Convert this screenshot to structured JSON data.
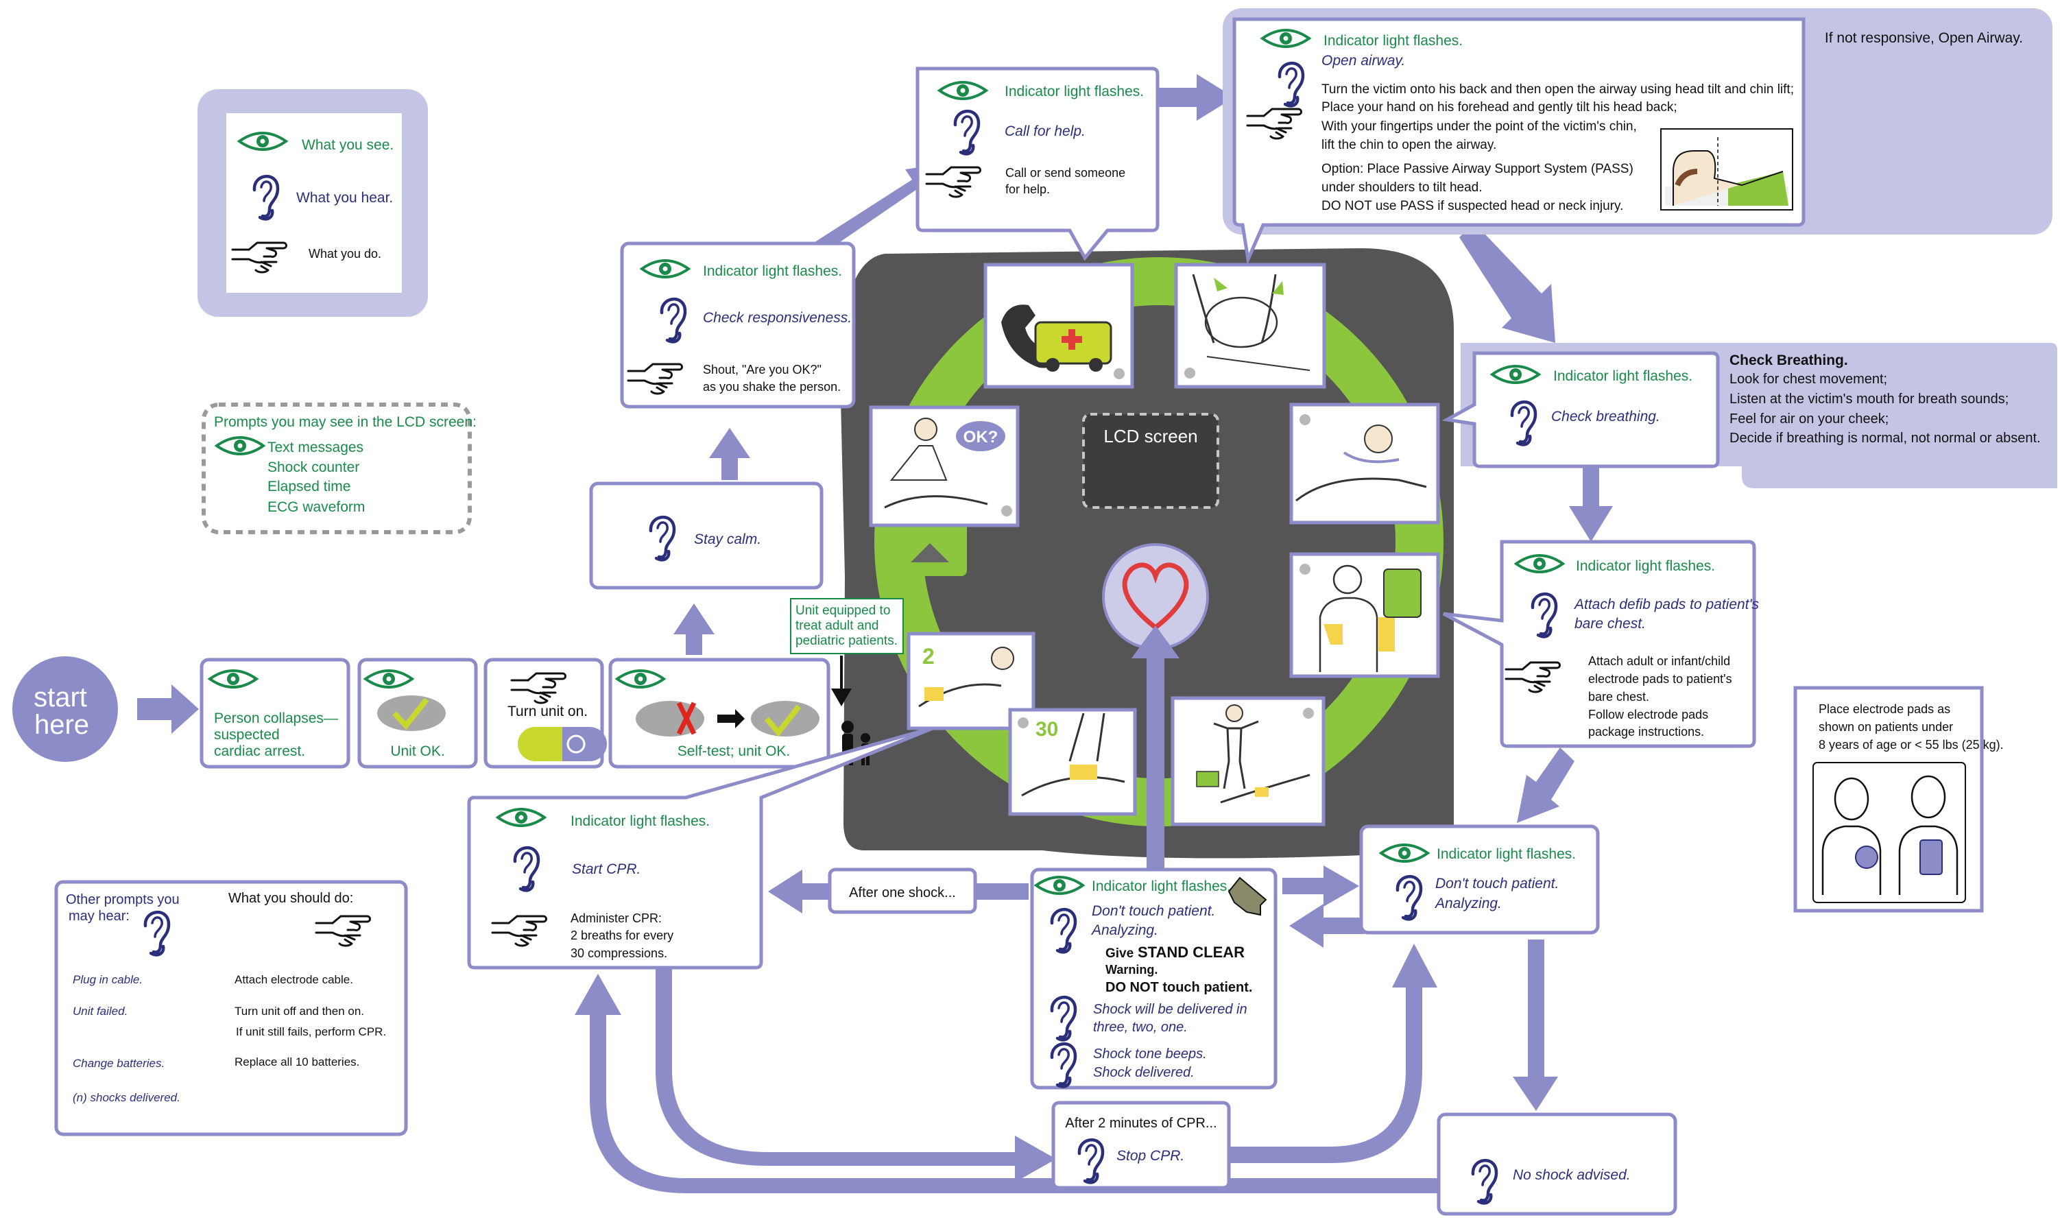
{
  "start": {
    "line1": "start",
    "line2": "here"
  },
  "legend": {
    "see": "What you see.",
    "hear": "What you hear.",
    "do": "What you do."
  },
  "lcd_prompts": {
    "title": "Prompts you may see in the LCD screen:",
    "items": [
      "Text messages",
      "Shock counter",
      "Elapsed time",
      "ECG waveform"
    ]
  },
  "other_prompts": {
    "header_left_1": "Other prompts you",
    "header_left_2": "may hear:",
    "header_right": "What you should do:",
    "rows": [
      {
        "prompt": "Plug in cable.",
        "action": "Attach electrode cable.",
        "action2": ""
      },
      {
        "prompt": "Unit failed.",
        "action": "Turn unit off and then on.",
        "action2": "If unit still fails, perform CPR."
      },
      {
        "prompt": "Change batteries.",
        "action": "Replace all 10 batteries.",
        "action2": ""
      },
      {
        "prompt": "(n) shocks delivered.",
        "action": "",
        "action2": ""
      }
    ]
  },
  "steps": {
    "collapse": {
      "l1": "Person collapses—",
      "l2": "suspected",
      "l3": "cardiac arrest."
    },
    "unit_ok": "Unit OK.",
    "turn_on": "Turn unit on.",
    "self_test": "Self-test; unit OK.",
    "pediatric": {
      "l1": "Unit equipped to",
      "l2": "treat adult and",
      "l3": "pediatric patients."
    },
    "stay_calm": "Stay calm.",
    "responsiveness": {
      "see": "Indicator light flashes.",
      "hear": "Check responsiveness.",
      "do1": "Shout, \"Are you OK?\"",
      "do2": "as you shake the person."
    },
    "call_help": {
      "see": "Indicator light flashes.",
      "hear": "Call for help.",
      "do1": "Call or send someone",
      "do2": "for help."
    },
    "airway": {
      "see": "Indicator light flashes.",
      "hear": "Open airway.",
      "do1": "Turn the victim onto his back and then open the airway using head tilt and chin lift;",
      "do2": "Place your hand on his forehead and gently tilt his head back;",
      "do3": "With your fingertips under the point of the victim's chin,",
      "do4": "lift the chin to open the airway.",
      "opt1": "Option:  Place Passive Airway Support System (PASS)",
      "opt2": "under shoulders to tilt head.",
      "opt3": "DO NOT use PASS if suspected head or neck injury.",
      "note": "If not responsive, Open Airway."
    },
    "breathing": {
      "see": "Indicator light flashes.",
      "hear": "Check breathing.",
      "title": "Check Breathing.",
      "l1": "Look for chest movement;",
      "l2": "Listen at the victim's mouth for breath sounds;",
      "l3": "Feel for air on your cheek;",
      "l4": "Decide if breathing is normal, not normal or absent."
    },
    "pads": {
      "see": "Indicator light flashes.",
      "hear1": "Attach defib pads to patient's",
      "hear2": "bare chest.",
      "do1": "Attach adult or infant/child",
      "do2": "electrode pads to patient's",
      "do3": "bare chest.",
      "do4": "Follow electrode pads",
      "do5": "package instructions."
    },
    "pediatric_note": {
      "l1": "Place electrode pads as",
      "l2": "shown on patients under",
      "l3": "8 years of age or < 55 lbs (25 kg)."
    },
    "analyzing_right": {
      "see": "Indicator light flashes.",
      "hear1": "Don't touch patient.",
      "hear2": "Analyzing."
    },
    "shock": {
      "see": "Indicator light flashes.",
      "hear1": "Don't touch patient.",
      "hear2": "Analyzing.",
      "give": "Give",
      "stand_clear": "STAND CLEAR",
      "warning": "Warning.",
      "do_not": "DO NOT touch patient.",
      "hear3": "Shock will be delivered in",
      "hear4": "three, two, one.",
      "hear5": "Shock tone beeps.",
      "hear6": "Shock delivered."
    },
    "after_shock": "After one shock...",
    "cpr": {
      "see": "Indicator light flashes.",
      "hear": "Start CPR.",
      "do1": "Administer CPR:",
      "do2": "2 breaths for every",
      "do3": "30 compressions."
    },
    "after_cpr": {
      "l1": "After 2 minutes of CPR...",
      "hear": "Stop CPR."
    },
    "no_shock": "No shock advised."
  },
  "device": {
    "lcd": "LCD screen",
    "badge_ok": "OK?",
    "num2": "2",
    "num30": "30"
  },
  "colors": {
    "frame": "#8c8dc8",
    "frame_light": "#c4c4e4",
    "device": "#555555",
    "lime": "#8cc63f",
    "see_green": "#1a8a4a",
    "hear_navy": "#2b2f7a"
  }
}
